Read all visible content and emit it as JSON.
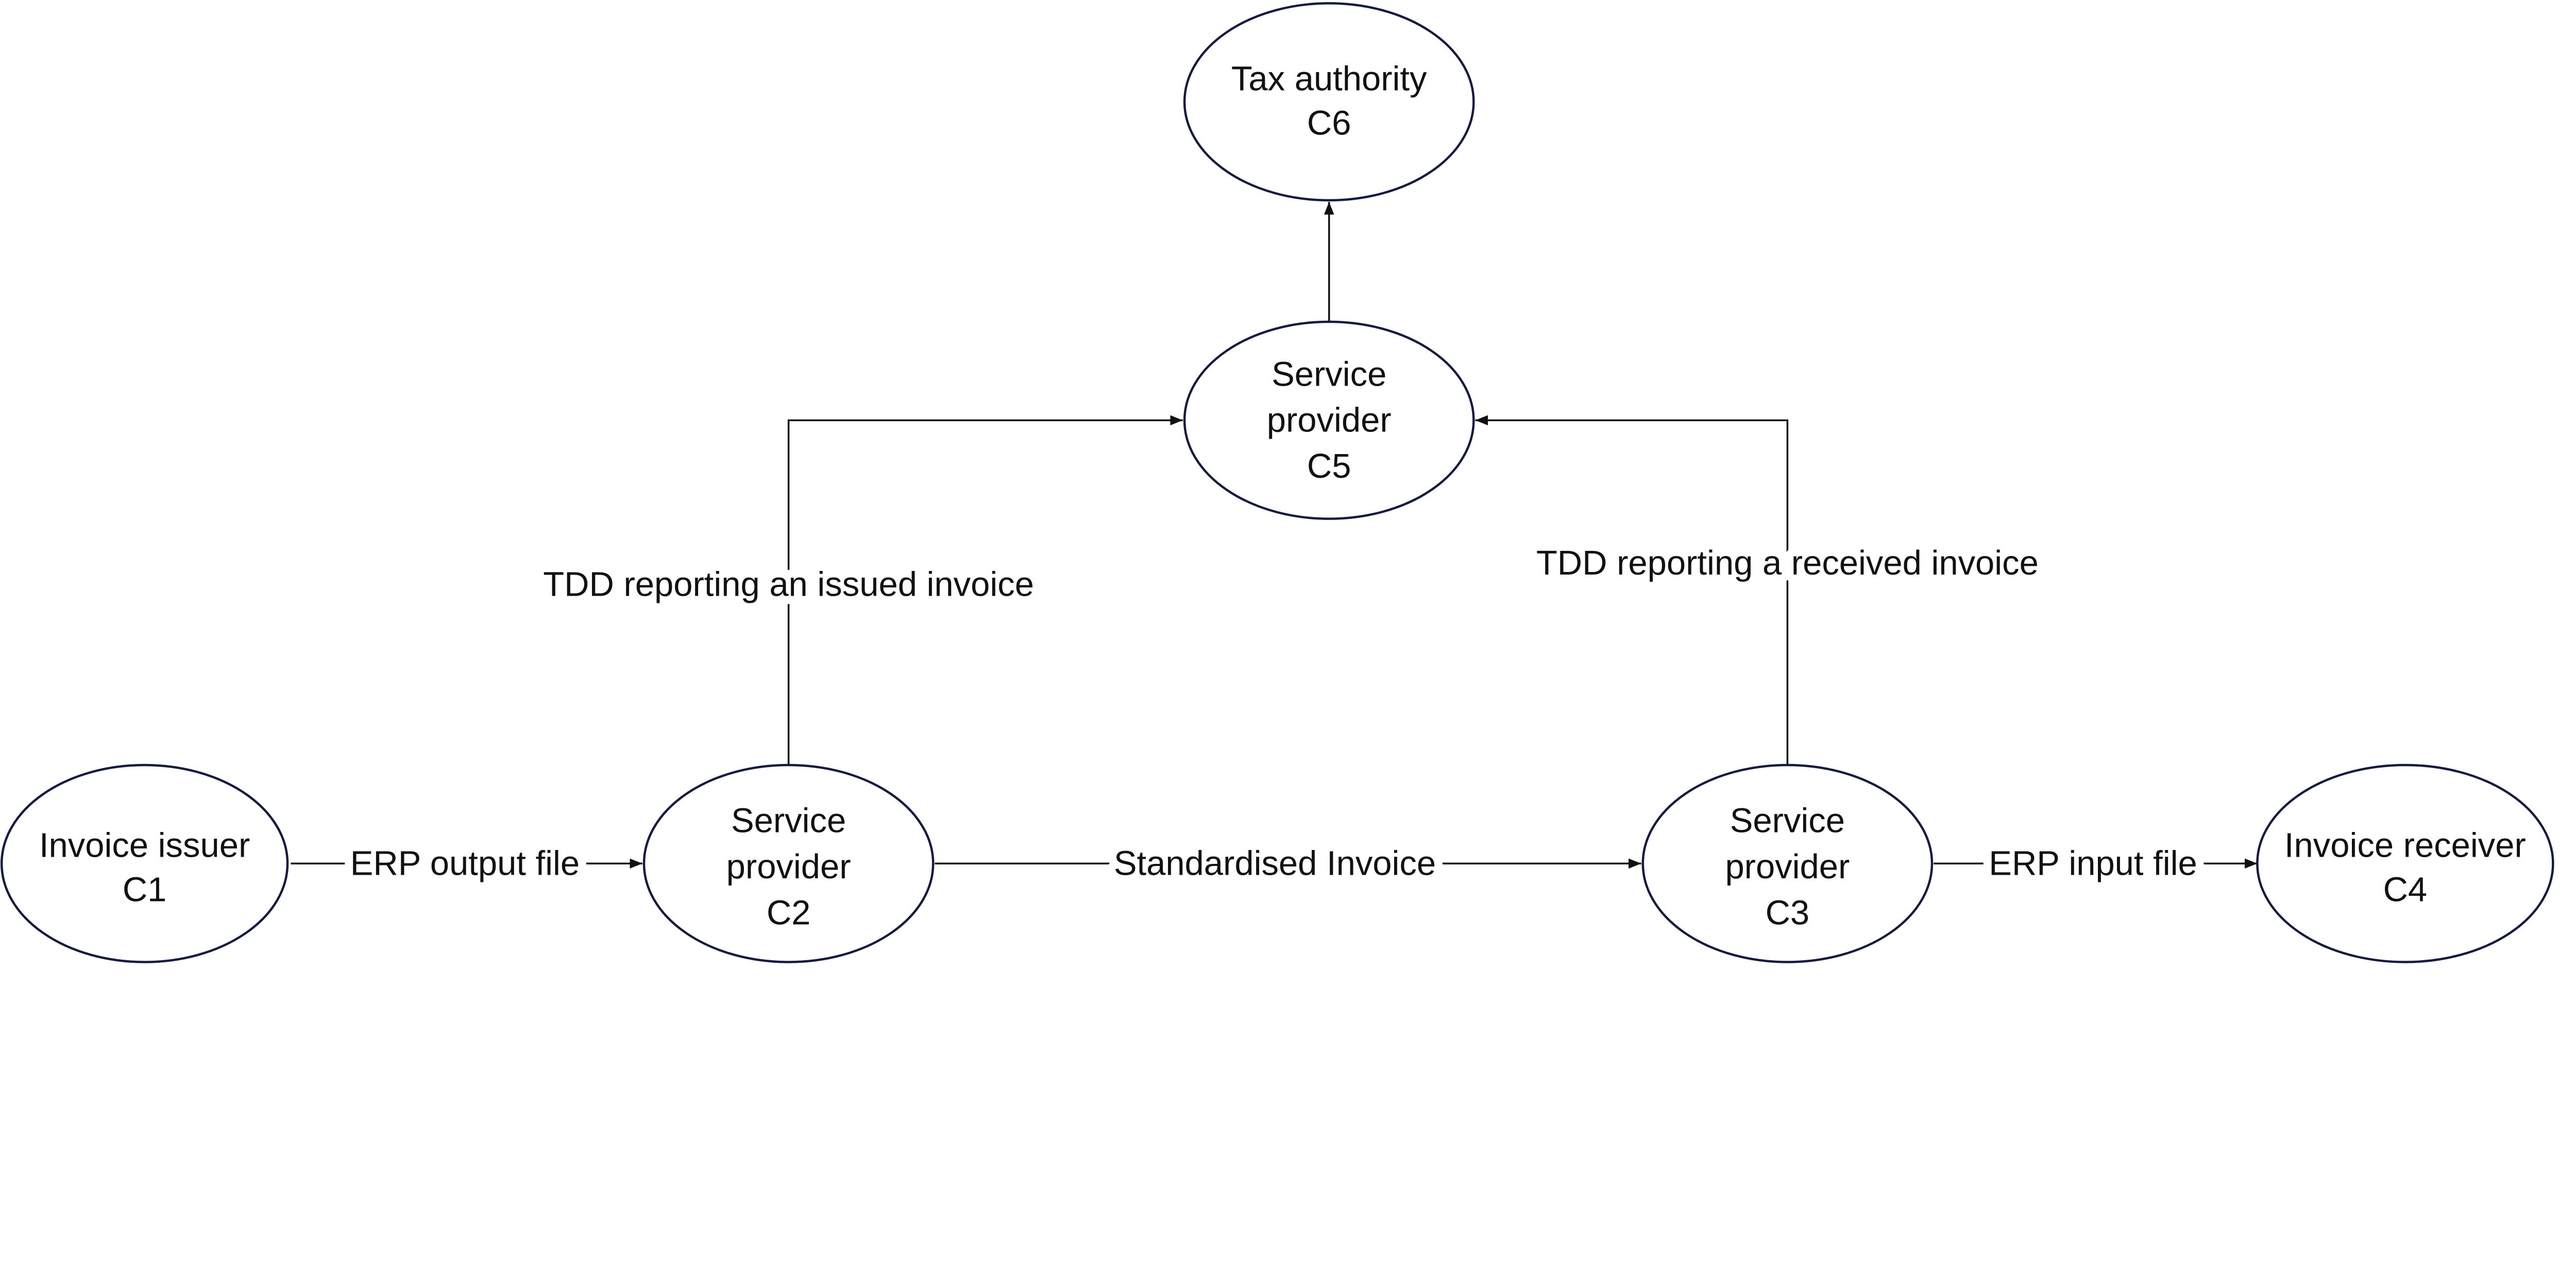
{
  "nodes": {
    "c1": {
      "lines": [
        "Invoice issuer",
        "C1"
      ]
    },
    "c2": {
      "lines": [
        "Service",
        "provider",
        "C2"
      ]
    },
    "c3": {
      "lines": [
        "Service",
        "provider",
        "C3"
      ]
    },
    "c4": {
      "lines": [
        "Invoice receiver",
        "C4"
      ]
    },
    "c5": {
      "lines": [
        "Service",
        "provider",
        "C5"
      ]
    },
    "c6": {
      "lines": [
        "Tax authority",
        "C6"
      ]
    }
  },
  "edges": {
    "c1_c2": "ERP output file",
    "c2_c3": "Standardised Invoice",
    "c3_c4": "ERP input file",
    "c2_c5": "TDD reporting an issued invoice",
    "c3_c5": "TDD reporting a received invoice",
    "c5_c6": ""
  },
  "colors": {
    "node_stroke": "#141a40",
    "edge": "#111111"
  }
}
